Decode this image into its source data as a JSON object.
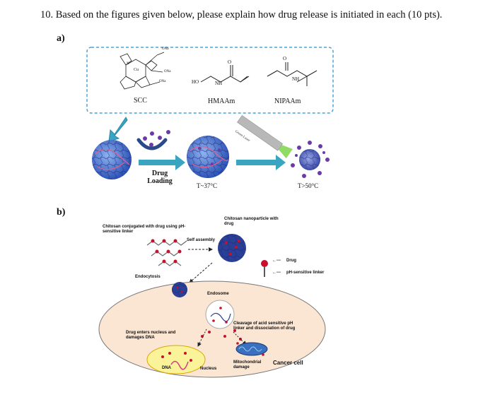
{
  "question": "10. Based on the figures given below, please explain how drug release is initiated in each (10 pts).",
  "part_a": {
    "label": "a)",
    "monomers": [
      "SCC",
      "HMAAm",
      "NIPAAm"
    ],
    "chem": {
      "ona1": "ONa",
      "ona2": "ONa",
      "ona3": "ONa",
      "cu": "Cu",
      "n": "N",
      "ho": "HO",
      "nh1": "NH",
      "nh2": "NH",
      "o1": "O",
      "o2": "O"
    },
    "drug_loading": "Drug\nLoading",
    "green_laser": "Green Laser",
    "temp1": "T~37°C",
    "temp2": "T>50°C"
  },
  "part_b": {
    "label": "b)",
    "conjugated": "Chitosan conjugated with drug using pH-sensitive linker",
    "self_assembly": "Self assembly",
    "nanoparticle": "Chitosan nanoparticle with drug",
    "legend_drug": "Drug",
    "legend_linker": "pH-sensitive linker",
    "endocytosis": "Endocytosis",
    "endosome": "Endosome",
    "cleavage": "Cleavage of acid sensitive pH linker and dissociation of drug",
    "nucleus_text": "Drug enters nucleus and damages DNA",
    "dna": "DNA",
    "nucleus": "Nucleus",
    "mito": "Mitochondrial damage",
    "cancer_cell": "Cancer cell"
  },
  "colors": {
    "hydrogel_blue": "#3d64c4",
    "arrow_teal": "#3aa5c0",
    "drug_purple": "#6b3aa8",
    "cell_fill": "#fbe6d4",
    "nucleus_fill": "#fbf39a",
    "drug_red": "#c8102e"
  }
}
